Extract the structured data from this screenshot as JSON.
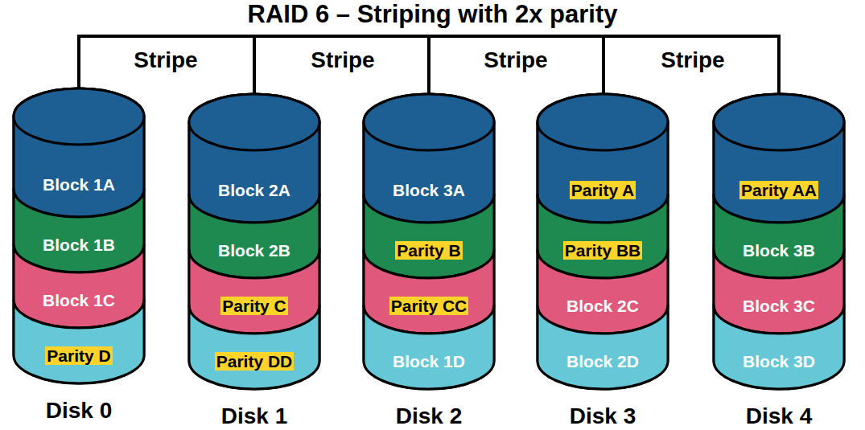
{
  "diagram": {
    "title": "RAID 6 – Striping with 2x parity",
    "nodes": [
      {
        "text": [
          "Disk 0"
        ]
      },
      {
        "text": [
          "Block 1A"
        ],
        "in": 0
      },
      {
        "text": [
          "Block 1B"
        ],
        "in": 0
      },
      {
        "text": [
          "Block 1C"
        ],
        "in": 0
      },
      {
        "text": [
          "Parity D"
        ],
        "in": 0
      },
      {
        "text": [
          "Disk 1"
        ]
      },
      {
        "text": [
          "Block 2A"
        ],
        "in": 5
      },
      {
        "text": [
          "Block 2B"
        ],
        "in": 5
      },
      {
        "text": [
          "Parity C"
        ],
        "in": 5
      },
      {
        "text": [
          "Parity DD"
        ],
        "in": 5
      },
      {
        "text": [
          "Disk 2"
        ]
      },
      {
        "text": [
          "Block 3A"
        ],
        "in": 10
      },
      {
        "text": [
          "Parity B"
        ],
        "in": 10
      },
      {
        "text": [
          "Parity CC"
        ],
        "in": 10
      },
      {
        "text": [
          "Block 1D"
        ],
        "in": 10
      },
      {
        "text": [
          "Disk 3"
        ]
      },
      {
        "text": [
          "Parity A"
        ],
        "in": 15
      },
      {
        "text": [
          "Parity BB"
        ],
        "in": 15
      },
      {
        "text": [
          "Block 2C"
        ],
        "in": 15
      },
      {
        "text": [
          "Block 2D"
        ],
        "in": 15
      },
      {
        "text": [
          "Disk 4"
        ]
      },
      {
        "text": [
          "Parity AA"
        ],
        "in": 20
      },
      {
        "text": [
          "Block 3B"
        ],
        "in": 20
      },
      {
        "text": [
          "Block 3C"
        ],
        "in": 20
      },
      {
        "text": [
          "Block 3D"
        ],
        "in": 20
      }
    ],
    "labels": [
      "Stripe",
      "Stripe",
      "Stripe",
      "Stripe"
    ]
  }
}
